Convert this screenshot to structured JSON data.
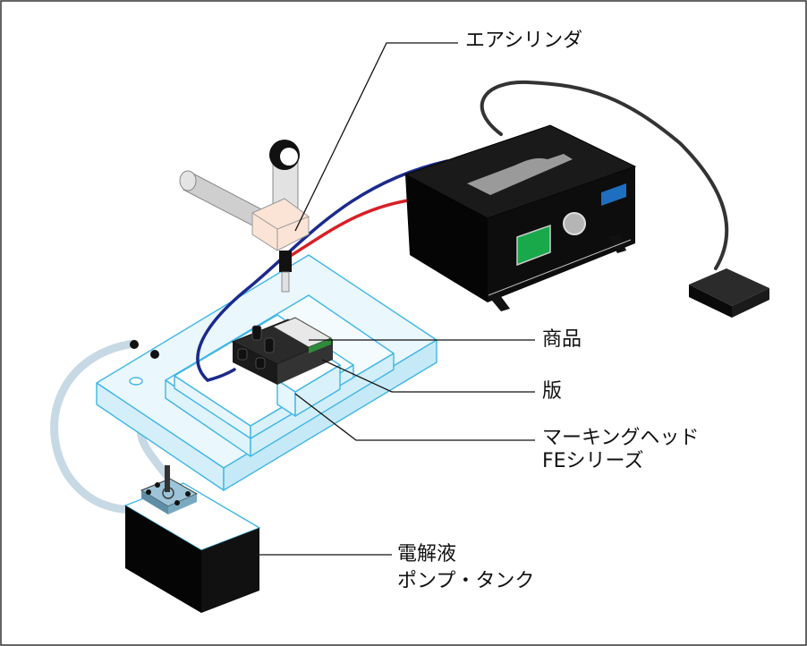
{
  "labels": {
    "air_cylinder": "エアシリンダ",
    "product": "商品",
    "plate": "版",
    "marking_head_line1": "マーキングヘッド",
    "marking_head_line2": "FEシリーズ",
    "tank_line1": "電解液",
    "tank_line2": "ポンプ・タンク"
  },
  "colors": {
    "outline": "#222222",
    "glass_edge": "#3fb6e6",
    "glass_fill": "#eaf7fd",
    "hose": "#c7d9e4",
    "cable_blue": "#1b2a8c",
    "cable_red": "#d81f26",
    "machine": "#0a0a0a",
    "screen": "#19a84a",
    "brand_badge": "#1f6fc0",
    "cylinder_block": "#fbe3d6"
  },
  "icons": {
    "controller": "marking-controller-icon",
    "foot_pedal": "foot-pedal-icon",
    "tank": "pump-tank-icon"
  }
}
